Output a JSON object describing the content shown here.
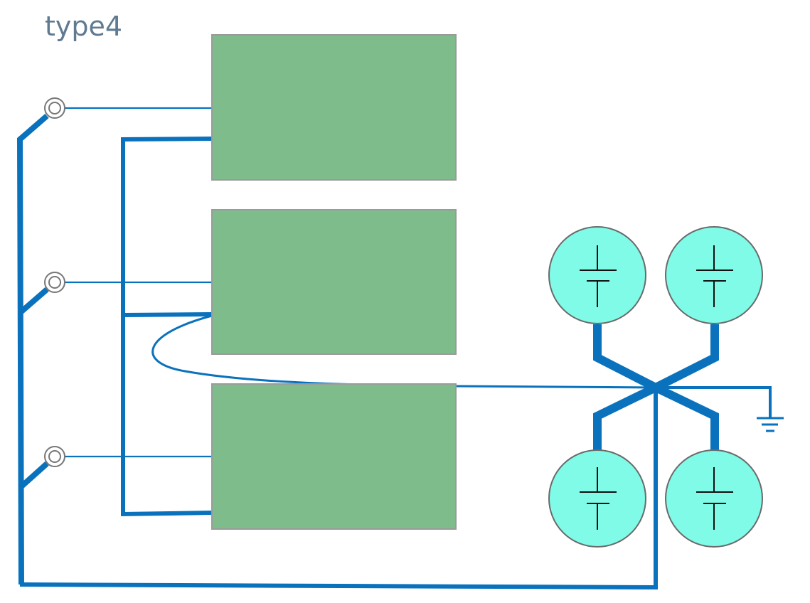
{
  "diagram": {
    "title": "type4",
    "colors": {
      "wire": "#0a72bd",
      "block_fill": "#7fbc8c",
      "block_border": "#9a9a9a",
      "cell_fill": "#7ffbe8",
      "title_text": "#5f7a91"
    },
    "blocks": [
      {
        "id": "block-1",
        "label": ""
      },
      {
        "id": "block-2",
        "label": ""
      },
      {
        "id": "block-3",
        "label": ""
      }
    ],
    "terminals": [
      {
        "id": "terminal-1",
        "icon": "terminal-ring-icon"
      },
      {
        "id": "terminal-2",
        "icon": "terminal-ring-icon"
      },
      {
        "id": "terminal-3",
        "icon": "terminal-ring-icon"
      }
    ],
    "cells": [
      {
        "id": "cell-top-left",
        "icon": "battery-cell-icon"
      },
      {
        "id": "cell-top-right",
        "icon": "battery-cell-icon"
      },
      {
        "id": "cell-bottom-left",
        "icon": "battery-cell-icon"
      },
      {
        "id": "cell-bottom-right",
        "icon": "battery-cell-icon"
      }
    ],
    "ground": {
      "icon": "ground-icon"
    }
  }
}
